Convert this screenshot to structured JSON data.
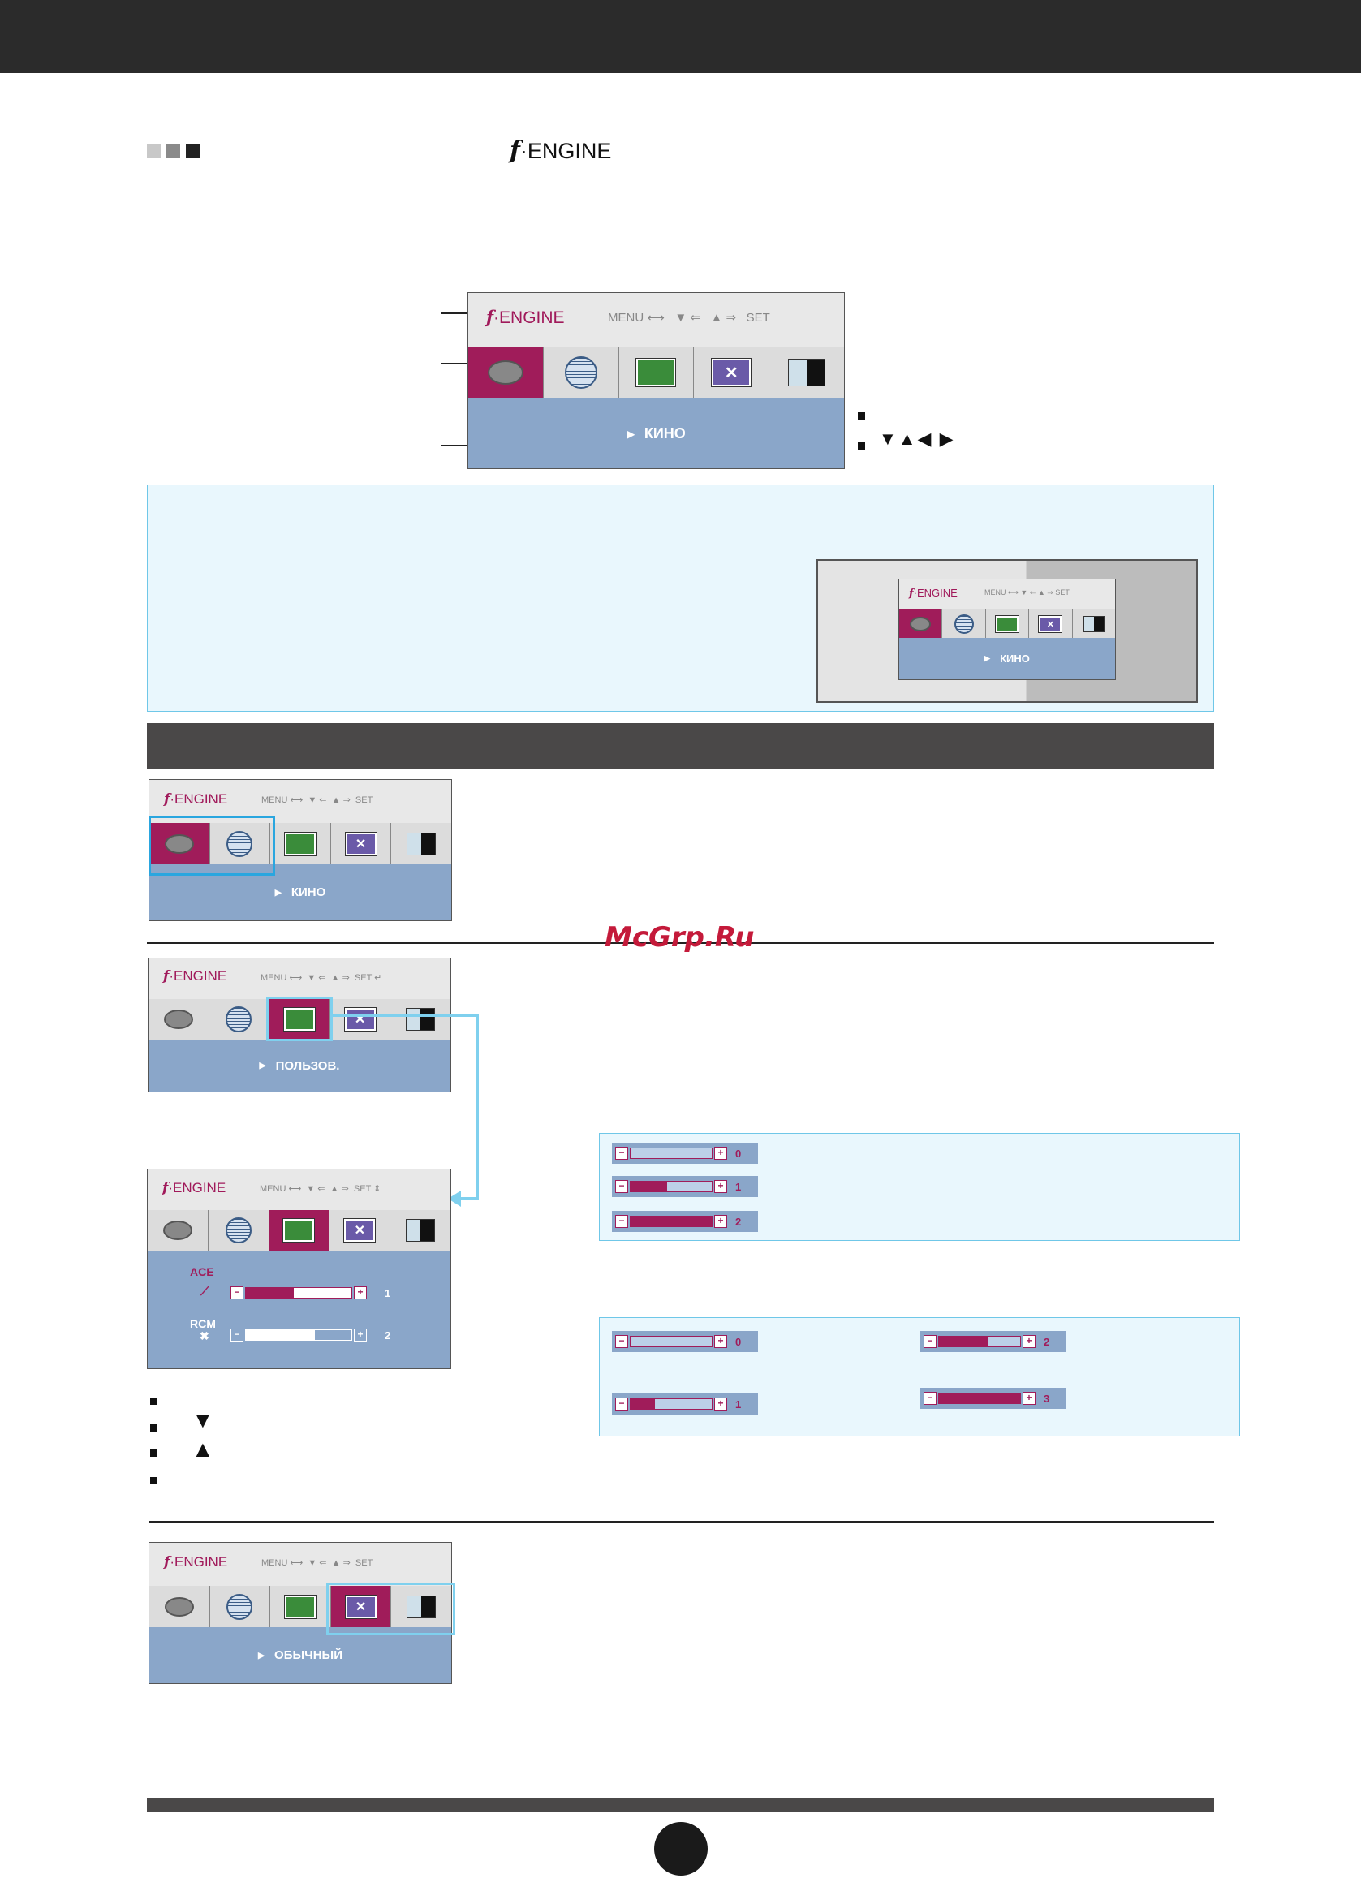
{
  "header": {
    "brand": "f",
    "brand_text": "ENGINE"
  },
  "osd": {
    "title_f": "f",
    "title_text": "ENGINE",
    "menu_label": "MENU",
    "set_label": "SET",
    "down": "▼",
    "up": "▲"
  },
  "modes": {
    "movie": "КИНО",
    "user": "ПОЛЬЗОВ.",
    "normal": "ОБЫЧНЫЙ"
  },
  "nav_glyphs": "▼▲◀ ▶",
  "user_panel": {
    "ace_label": "ACE",
    "ace_value": "1",
    "rcm_label": "RCM",
    "rcm_value": "2"
  },
  "ace_levels": [
    {
      "value": "0",
      "fill": 0
    },
    {
      "value": "1",
      "fill": 0.45
    },
    {
      "value": "2",
      "fill": 1
    }
  ],
  "rcm_levels": [
    {
      "value": "0",
      "fill": 0
    },
    {
      "value": "1",
      "fill": 0.3
    },
    {
      "value": "2",
      "fill": 0.6
    },
    {
      "value": "3",
      "fill": 1
    }
  ],
  "step_down": "▼",
  "step_up": "▲",
  "watermark": "McGrp.Ru"
}
